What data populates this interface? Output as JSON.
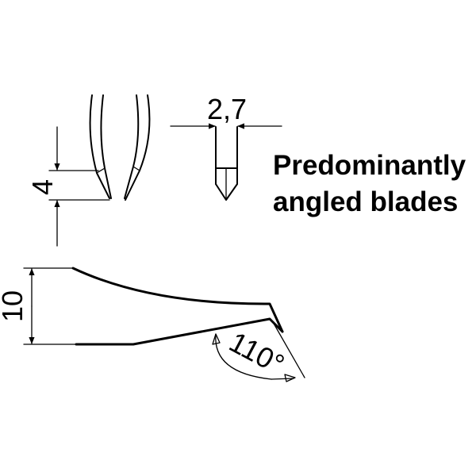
{
  "caption": {
    "line1": "Predominantly",
    "line2": "angled blades"
  },
  "dimensions": {
    "tip_length": "4",
    "tip_width": "2,7",
    "height": "10",
    "angle": "110°"
  }
}
